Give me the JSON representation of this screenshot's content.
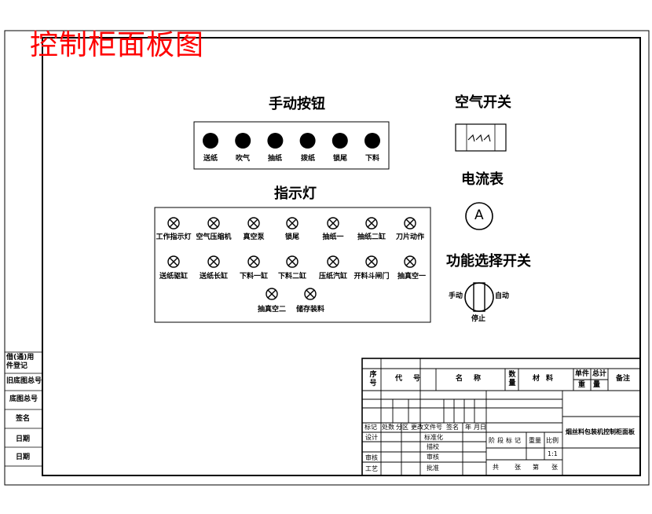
{
  "title": "控制柜面板图",
  "manual_buttons": {
    "heading": "手动按钮",
    "items": [
      "送纸",
      "吹气",
      "抽纸",
      "拨纸",
      "锁尾",
      "下料"
    ]
  },
  "indicators": {
    "heading": "指示灯",
    "row1": [
      "工作指示灯",
      "空气压缩机",
      "真空泵",
      "锁尾",
      "抽纸一",
      "抽纸二缸",
      "刀片动作"
    ],
    "row2": [
      "送纸驱缸",
      "送纸长缸",
      "下料一缸",
      "下料二缸",
      "压纸汽缸",
      "开料斗闸门",
      "抽真空一"
    ],
    "row3": [
      "抽真空二",
      "储存装料"
    ]
  },
  "air_switch": {
    "label": "空气开关"
  },
  "ammeter": {
    "label": "电流表",
    "symbol": "A"
  },
  "mode_switch": {
    "label": "功能选择开关",
    "left": "手动",
    "right": "自动",
    "bottom": "停止"
  },
  "side_table": [
    "借(通)用",
    "件登记",
    "旧底图总号",
    "底图总号",
    "签名",
    "日期",
    "日期"
  ],
  "title_block": {
    "headers": [
      "序号",
      "代号",
      "名称",
      "数量",
      "材料",
      "单件",
      "总计",
      "重量",
      "备注"
    ],
    "rev_headers": [
      "标记",
      "处数",
      "分区",
      "更改文件号",
      "签名",
      "年",
      "月",
      "日"
    ],
    "roles_left": [
      "设计",
      "审核",
      "工艺"
    ],
    "roles_mid": [
      "标准化",
      "描校",
      "审核",
      "批准"
    ],
    "stage_headers": [
      "阶段标记",
      "重量",
      "比例"
    ],
    "scale": "1:1",
    "sheet": [
      "共",
      "张",
      "第",
      "张"
    ],
    "drawing_name": "烟丝料包装机控制柜面板"
  }
}
